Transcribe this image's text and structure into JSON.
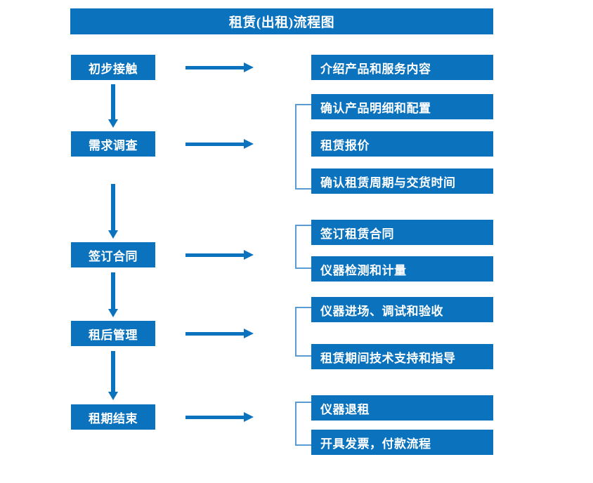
{
  "diagram": {
    "title": "租赁(出租)流程图",
    "accent_color": "#0b72bd",
    "bracket_color": "#5b9bd5",
    "background_color": "#ffffff",
    "text_color": "#ffffff"
  },
  "stages": [
    {
      "label": "初步接触"
    },
    {
      "label": "需求调查"
    },
    {
      "label": "签订合同"
    },
    {
      "label": "租后管理"
    },
    {
      "label": "租期结束"
    }
  ],
  "details": [
    {
      "label": "介绍产品和服务内容"
    },
    {
      "label": "确认产品明细和配置"
    },
    {
      "label": "租赁报价"
    },
    {
      "label": "确认租赁周期与交货时间"
    },
    {
      "label": "签订租赁合同"
    },
    {
      "label": "仪器检测和计量"
    },
    {
      "label": "仪器进场、调试和验收"
    },
    {
      "label": "租赁期间技术支持和指导"
    },
    {
      "label": "仪器退租"
    },
    {
      "label": "开具发票，付款流程"
    }
  ],
  "chart_data": {
    "type": "flowchart",
    "title": "租赁(出租)流程图",
    "orientation": "vertical-with-branches",
    "nodes": [
      {
        "stage": "初步接触",
        "outputs": [
          "介绍产品和服务内容"
        ]
      },
      {
        "stage": "需求调查",
        "outputs": [
          "确认产品明细和配置",
          "租赁报价",
          "确认租赁周期与交货时间"
        ]
      },
      {
        "stage": "签订合同",
        "outputs": [
          "签订租赁合同",
          "仪器检测和计量"
        ]
      },
      {
        "stage": "租后管理",
        "outputs": [
          "仪器进场、调试和验收",
          "租赁期间技术支持和指导"
        ]
      },
      {
        "stage": "租期结束",
        "outputs": [
          "仪器退租",
          "开具发票，付款流程"
        ]
      }
    ],
    "edges": [
      {
        "from": "初步接触",
        "to": "需求调查",
        "type": "vertical-arrow"
      },
      {
        "from": "需求调查",
        "to": "签订合同",
        "type": "vertical-arrow"
      },
      {
        "from": "签订合同",
        "to": "租后管理",
        "type": "vertical-arrow"
      },
      {
        "from": "租后管理",
        "to": "租期结束",
        "type": "vertical-arrow"
      }
    ]
  }
}
